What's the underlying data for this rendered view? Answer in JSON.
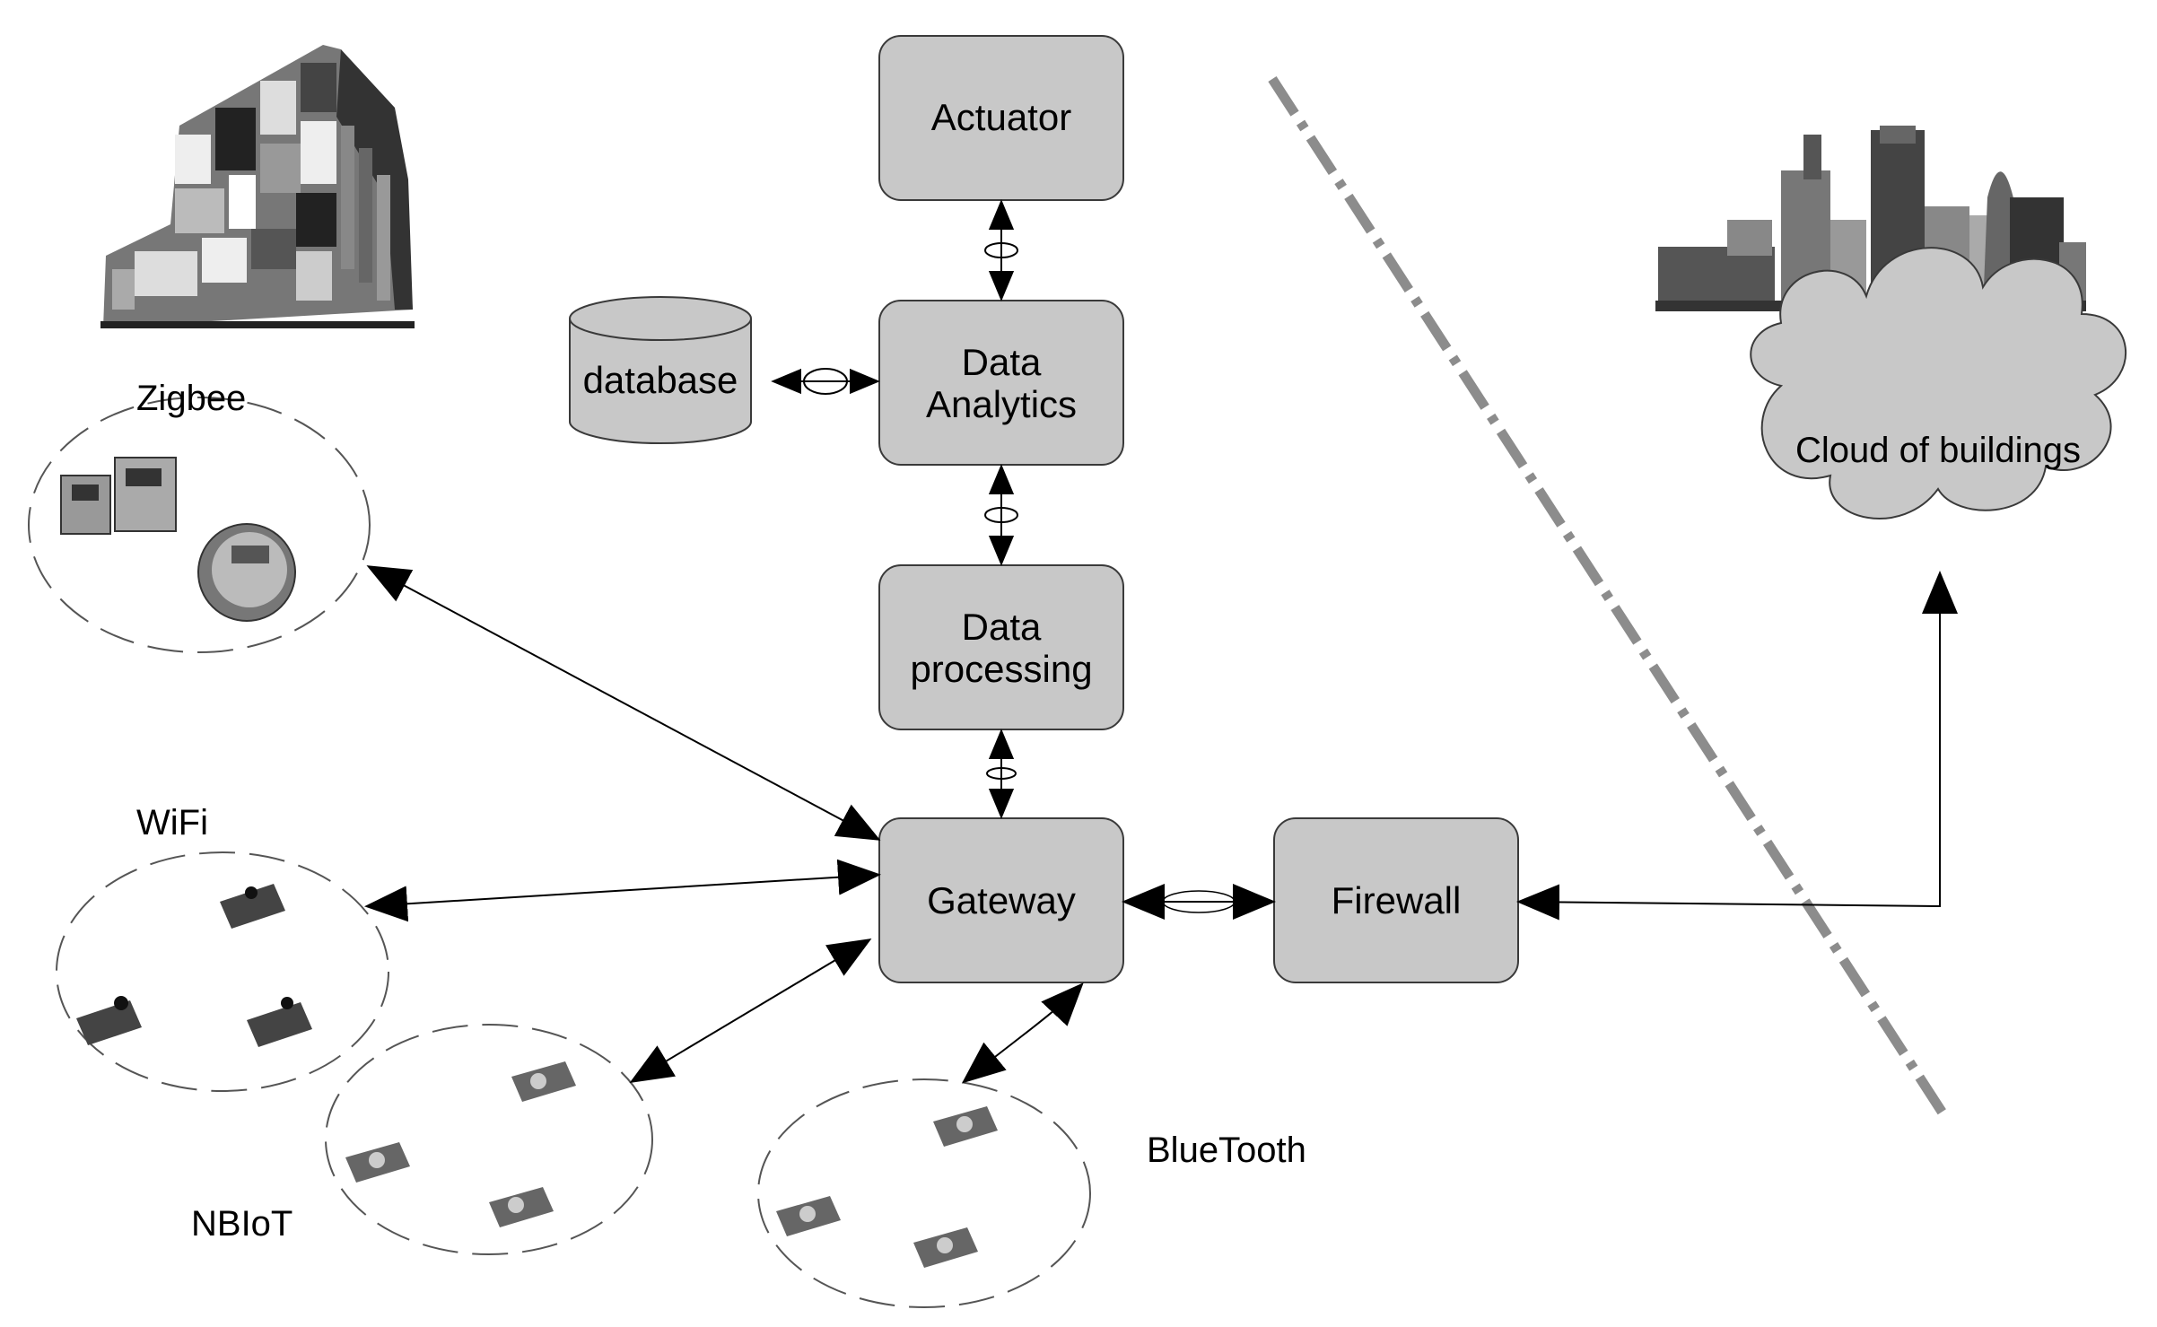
{
  "nodes": {
    "actuator": {
      "lines": [
        "Actuator"
      ]
    },
    "data_analytics": {
      "lines": [
        "Data",
        "Analytics"
      ]
    },
    "data_processing": {
      "lines": [
        "Data",
        "processing"
      ]
    },
    "gateway": {
      "lines": [
        "Gateway"
      ]
    },
    "firewall": {
      "lines": [
        "Firewall"
      ]
    },
    "database": {
      "lines": [
        "database"
      ]
    },
    "cloud": {
      "lines": [
        "Cloud of buildings"
      ]
    }
  },
  "networks": {
    "zigbee": "Zigbee",
    "wifi": "WiFi",
    "nbiot": "NBIoT",
    "bluetooth": "BlueTooth"
  },
  "colors": {
    "box_fill": "#c8c8c8",
    "box_stroke": "#3a3a3a",
    "divider": "#8c8c8c",
    "ellipse": "#555555",
    "arrow": "#000000"
  }
}
